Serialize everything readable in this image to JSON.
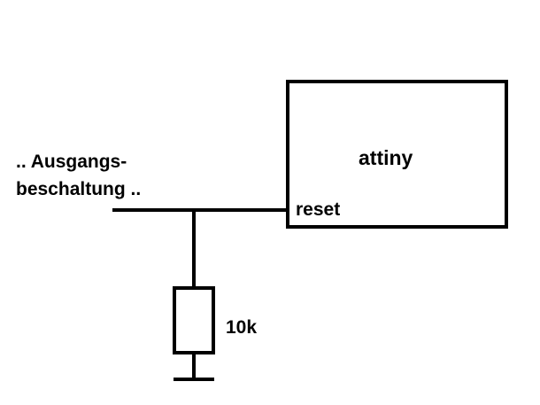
{
  "diagram": {
    "chip_label": "attiny",
    "pin_label": "reset",
    "output_label_line1": ".. Ausgangs-",
    "output_label_line2": "beschaltung ..",
    "resistor_label": "10k",
    "line_color": "#000000",
    "background_color": "#ffffff"
  }
}
